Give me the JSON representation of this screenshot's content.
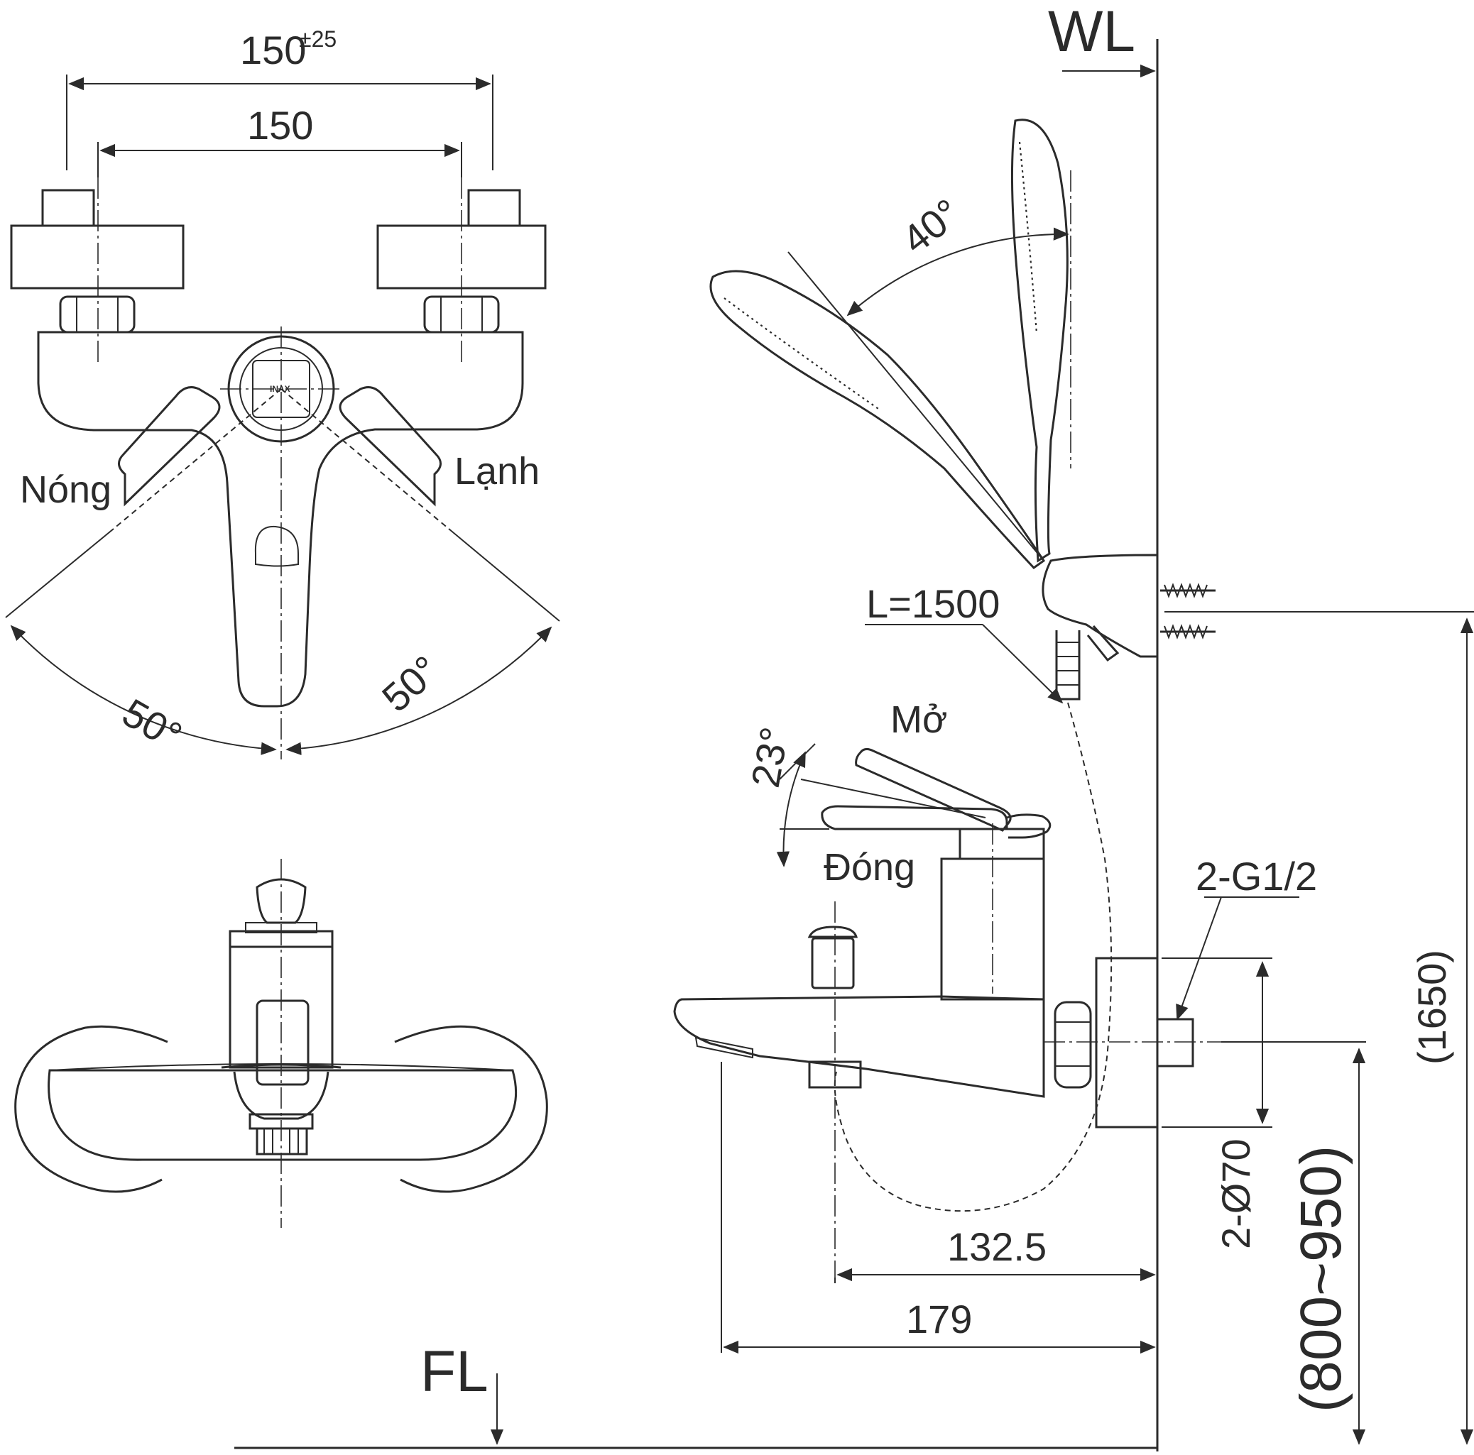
{
  "dimensions": {
    "spacing_tolerance_base": "150",
    "spacing_tolerance_sup": "±25",
    "spacing": "150",
    "hot_angle": "50°",
    "cold_angle": "50°",
    "shower_angle": "40°",
    "lever_angle": "23°",
    "hose_length": "L=1500",
    "inlet_thread": "2-G1/2",
    "flange_diameter": "2-Ø70",
    "depth_to_handle": "132.5",
    "depth_to_spout": "179",
    "mount_height": "(800~950)",
    "shower_holder_height": "(1650)"
  },
  "labels": {
    "hot": "Nóng",
    "cold": "Lạnh",
    "open": "Mở",
    "close": "Đóng",
    "wall_line": "WL",
    "floor_line": "FL",
    "brand_mark": "INAX"
  }
}
